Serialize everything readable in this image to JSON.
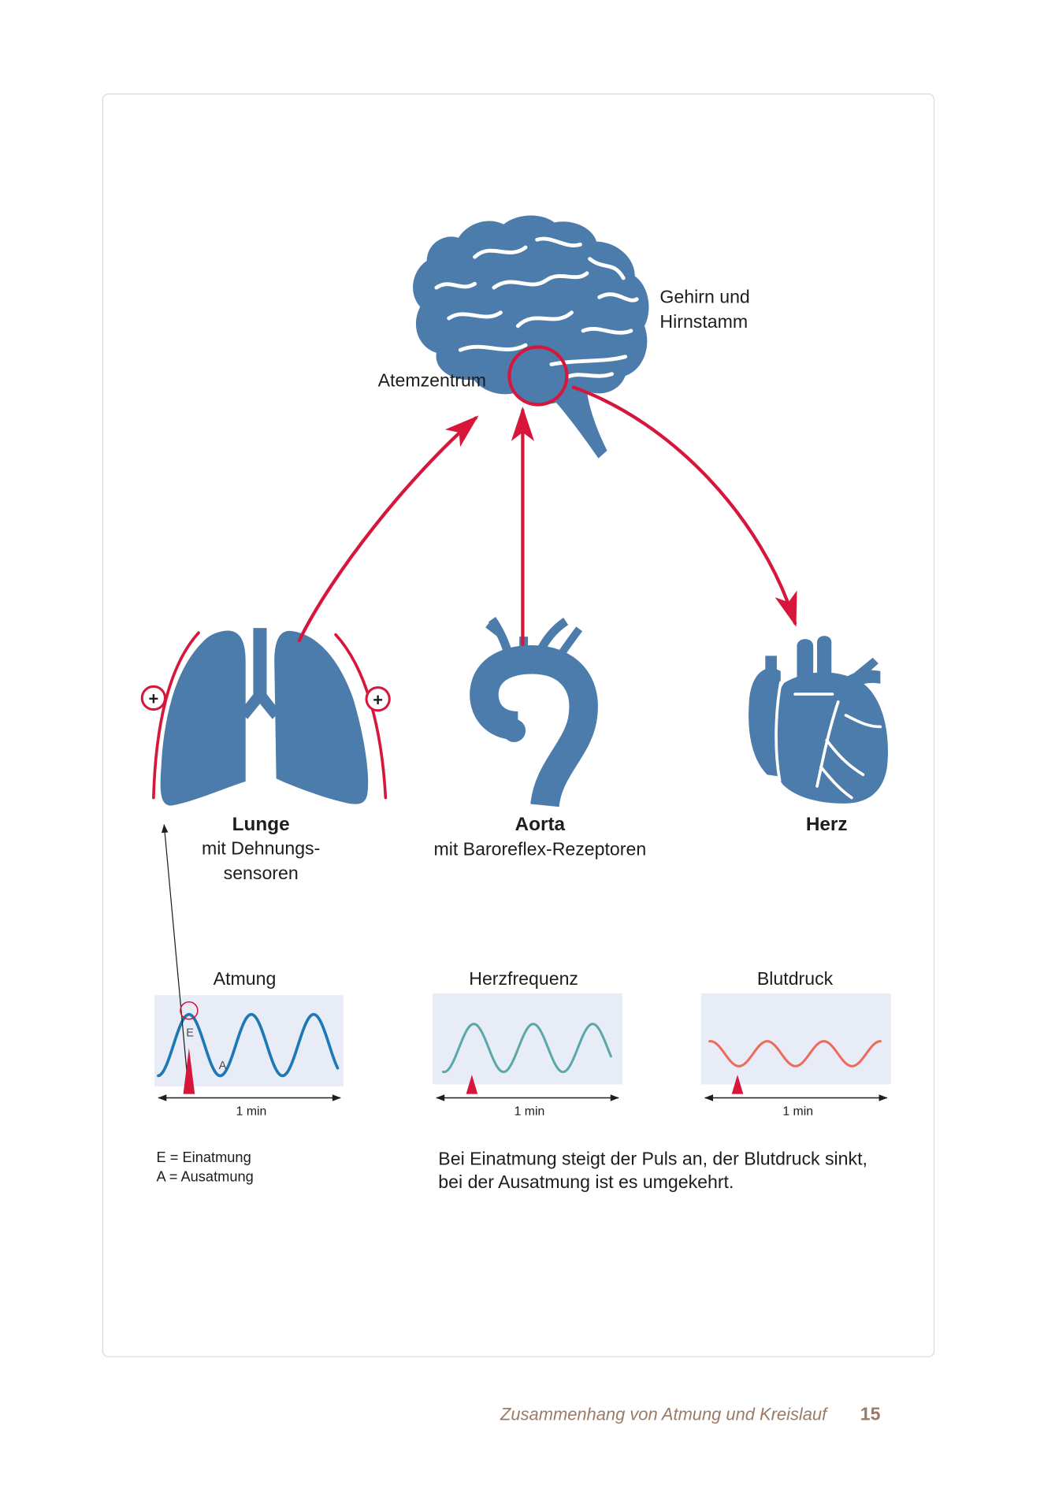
{
  "brain": {
    "label": [
      "Gehirn und",
      "Hirnstamm"
    ],
    "center_label": "Atemzentrum"
  },
  "organs": {
    "lung": {
      "title": "Lunge",
      "subtitle": [
        "mit Dehnungs-",
        "sensoren"
      ],
      "markers": [
        "+",
        "+"
      ]
    },
    "aorta": {
      "title": "Aorta",
      "subtitle": "mit Baroreflex-Rezeptoren"
    },
    "heart": {
      "title": "Herz"
    }
  },
  "graphs": [
    {
      "title": "Atmung",
      "axis_label": "1 min",
      "color": "#1b79b5",
      "labels": [
        "E",
        "A"
      ]
    },
    {
      "title": "Herzfrequenz",
      "axis_label": "1 min",
      "color": "#5ba8a8"
    },
    {
      "title": "Blutdruck",
      "axis_label": "1 min",
      "color": "#ec6b5d"
    }
  ],
  "legend": [
    "E = Einatmung",
    "A = Ausatmung"
  ],
  "note": [
    "Bei Einatmung steigt der Puls an, der Blutdruck sinkt,",
    "bei der Ausatmung ist es umgekehrt."
  ],
  "footer": {
    "title": "Zusammenhang von Atmung und Kreislauf",
    "page_number": "15"
  },
  "colors": {
    "organ": "#4c7cab",
    "accent": "#d6163b",
    "chart_background": "#e8ecf6",
    "footer": "#9c7b66",
    "text": "#1d1d1b"
  }
}
